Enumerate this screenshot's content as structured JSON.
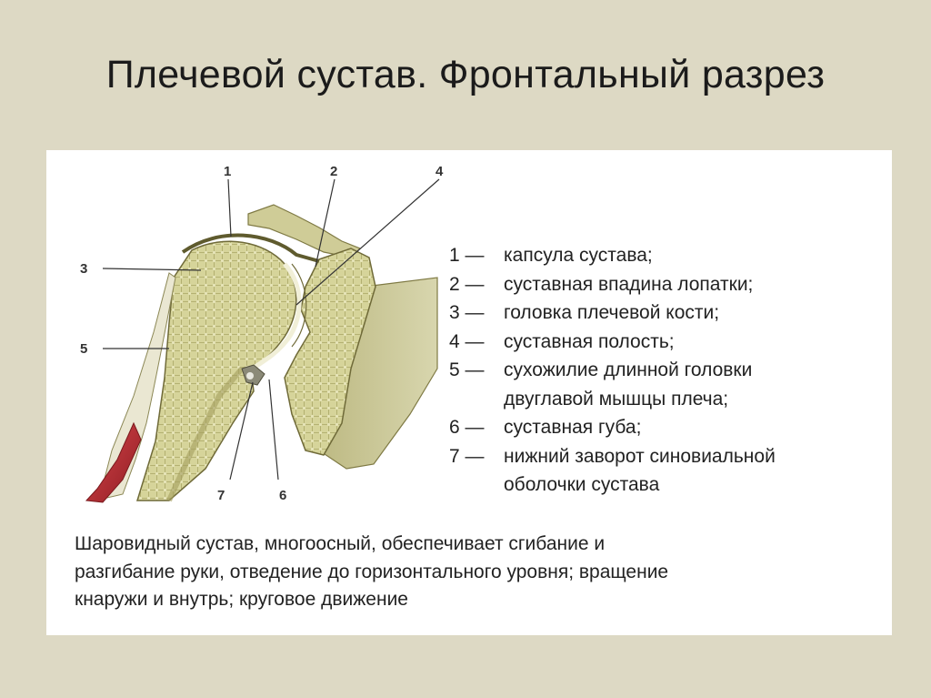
{
  "title": "Плечевой сустав. Фронтальный разрез",
  "figure": {
    "callouts": [
      "1",
      "2",
      "3",
      "4",
      "5",
      "6",
      "7"
    ]
  },
  "legend": [
    {
      "num": "1 —",
      "lines": [
        "капсула сустава;"
      ]
    },
    {
      "num": "2 —",
      "lines": [
        "суставная впадина лопатки;"
      ]
    },
    {
      "num": "3 —",
      "lines": [
        "головка плечевой кости;"
      ]
    },
    {
      "num": "4 —",
      "lines": [
        "суставная полость;"
      ]
    },
    {
      "num": "5 —",
      "lines": [
        "сухожилие длинной головки",
        "двуглавой мышцы плеча;"
      ]
    },
    {
      "num": "6 —",
      "lines": [
        "суставная губа;"
      ]
    },
    {
      "num": "7 —",
      "lines": [
        "нижний заворот синовиальной",
        "оболочки сустава"
      ]
    }
  ],
  "description": [
    "Шаровидный сустав, многоосный, обеспечивает сгибание и",
    "разгибание руки, отведение до горизонтального уровня; вращение",
    "кнаружи и внутрь; круговое движение"
  ],
  "colors": {
    "background": "#ddd9c4",
    "panel": "#ffffff",
    "bone": "#c9c58a",
    "bone_dark": "#8f8a50",
    "tendon": "#b52a30"
  }
}
